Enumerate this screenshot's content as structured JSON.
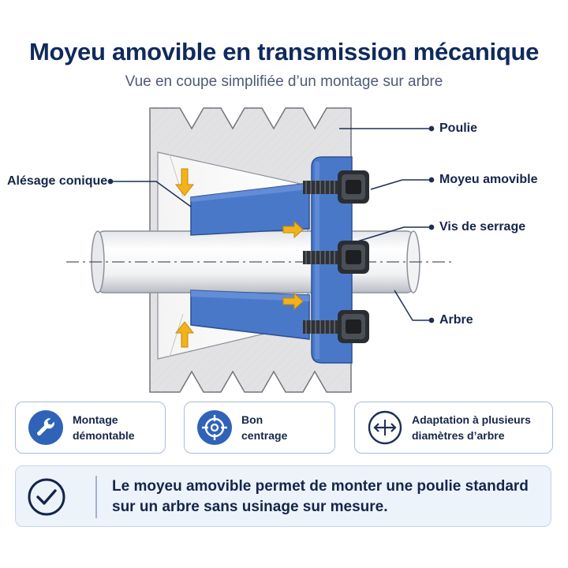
{
  "header": {
    "title": "Moyeu amovible en transmission mécanique",
    "subtitle": "Vue en coupe simplifiée d’un montage sur arbre"
  },
  "labels": {
    "poulie": "Poulie",
    "moyeu": "Moyeu amovible",
    "vis": "Vis de serrage",
    "arbre": "Arbre",
    "alesage": "Alésage conique"
  },
  "features": [
    {
      "line1": "Montage",
      "line2": "démontable",
      "icon": "wrench-icon"
    },
    {
      "line1": "Bon",
      "line2": "centrage",
      "icon": "target-icon"
    },
    {
      "line1": "Adaptation à plusieurs",
      "line2": "diamètres d’arbre",
      "icon": "diameter-arrows-icon"
    }
  ],
  "note": {
    "line1": "Le moyeu amovible permet de monter une poulie standard",
    "line2": "sur un arbre sans usinage sur mesure.",
    "icon": "check-icon"
  },
  "colors": {
    "title": "#0f2a5c",
    "hub_blue": "#4a78c9",
    "pulley_grey": "#e2e2e4",
    "arrow_yellow": "#f2b21b",
    "accent_blue": "#2f63b8"
  }
}
